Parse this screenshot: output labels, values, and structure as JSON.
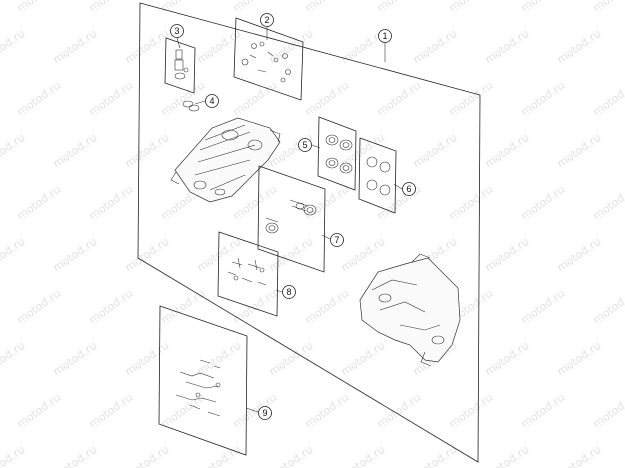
{
  "watermark": {
    "text": "motod.ru"
  },
  "callouts": [
    {
      "id": "c1",
      "label": "1"
    },
    {
      "id": "c2",
      "label": "2"
    },
    {
      "id": "c3",
      "label": "3"
    },
    {
      "id": "c4",
      "label": "4"
    },
    {
      "id": "c5",
      "label": "5"
    },
    {
      "id": "c6",
      "label": "6"
    },
    {
      "id": "c7",
      "label": "7"
    },
    {
      "id": "c8",
      "label": "8"
    },
    {
      "id": "c9",
      "label": "9"
    }
  ]
}
